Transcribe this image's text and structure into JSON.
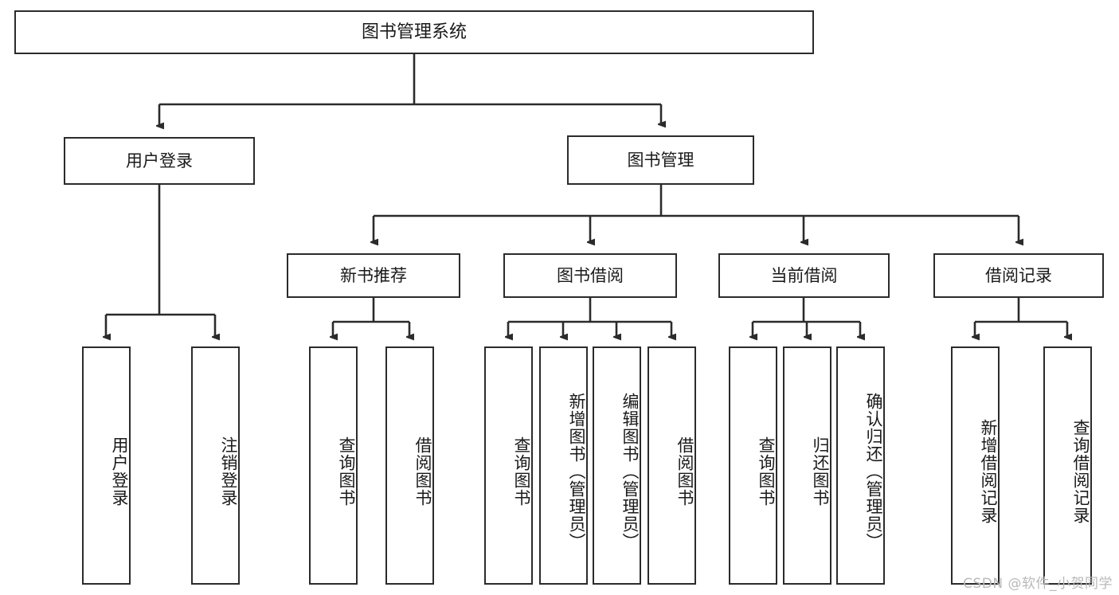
{
  "diagram": {
    "type": "tree",
    "title": "图书管理系统",
    "root": {
      "label": "图书管理系统"
    },
    "level2": [
      {
        "label": "用户登录"
      },
      {
        "label": "图书管理"
      }
    ],
    "level3": [
      {
        "label": "新书推荐"
      },
      {
        "label": "图书借阅"
      },
      {
        "label": "当前借阅"
      },
      {
        "label": "借阅记录"
      }
    ],
    "leaves": {
      "user_login": [
        {
          "label": "用户登录"
        },
        {
          "label": "注销登录"
        }
      ],
      "new_book_recommend": [
        {
          "label": "查询图书"
        },
        {
          "label": "借阅图书"
        }
      ],
      "book_borrow": [
        {
          "label": "查询图书"
        },
        {
          "label": "新增图书（管理员）"
        },
        {
          "label": "编辑图书（管理员）"
        },
        {
          "label": "借阅图书"
        }
      ],
      "current_borrow": [
        {
          "label": "查询图书"
        },
        {
          "label": "归还图书"
        },
        {
          "label": "确认归还（管理员）"
        }
      ],
      "borrow_records": [
        {
          "label": "新增借阅记录"
        },
        {
          "label": "查询借阅记录"
        }
      ]
    }
  },
  "watermark": {
    "text": "CSDN @软件_小贺同学"
  },
  "colors": {
    "border": "#2b2b2b",
    "text": "#1a1a1a",
    "background": "#ffffff",
    "watermark": "#b9b9b9"
  }
}
